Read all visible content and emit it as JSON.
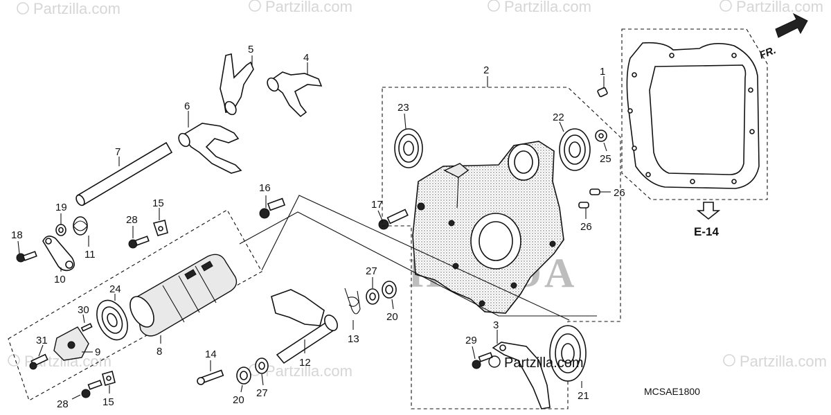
{
  "watermark": {
    "text": "Partzilla.com",
    "brand_text": "Partzilla.com",
    "logo_text": "HONDA"
  },
  "diagram": {
    "code": "MCSAE1800",
    "reference": "E-14",
    "direction": "FR."
  },
  "callouts": [
    {
      "id": "c1",
      "label": "1"
    },
    {
      "id": "c2",
      "label": "2"
    },
    {
      "id": "c3",
      "label": "3"
    },
    {
      "id": "c4",
      "label": "4"
    },
    {
      "id": "c5",
      "label": "5"
    },
    {
      "id": "c6",
      "label": "6"
    },
    {
      "id": "c7",
      "label": "7"
    },
    {
      "id": "c8",
      "label": "8"
    },
    {
      "id": "c9",
      "label": "9"
    },
    {
      "id": "c10",
      "label": "10"
    },
    {
      "id": "c11",
      "label": "11"
    },
    {
      "id": "c12",
      "label": "12"
    },
    {
      "id": "c13",
      "label": "13"
    },
    {
      "id": "c14",
      "label": "14"
    },
    {
      "id": "c15a",
      "label": "15"
    },
    {
      "id": "c15b",
      "label": "15"
    },
    {
      "id": "c16",
      "label": "16"
    },
    {
      "id": "c17",
      "label": "17"
    },
    {
      "id": "c18",
      "label": "18"
    },
    {
      "id": "c19",
      "label": "19"
    },
    {
      "id": "c20a",
      "label": "20"
    },
    {
      "id": "c20b",
      "label": "20"
    },
    {
      "id": "c21",
      "label": "21"
    },
    {
      "id": "c22",
      "label": "22"
    },
    {
      "id": "c23",
      "label": "23"
    },
    {
      "id": "c24",
      "label": "24"
    },
    {
      "id": "c25",
      "label": "25"
    },
    {
      "id": "c26a",
      "label": "26"
    },
    {
      "id": "c26b",
      "label": "26"
    },
    {
      "id": "c27a",
      "label": "27"
    },
    {
      "id": "c27b",
      "label": "27"
    },
    {
      "id": "c28a",
      "label": "28"
    },
    {
      "id": "c28b",
      "label": "28"
    },
    {
      "id": "c29",
      "label": "29"
    },
    {
      "id": "c30",
      "label": "30"
    },
    {
      "id": "c31",
      "label": "31"
    }
  ]
}
